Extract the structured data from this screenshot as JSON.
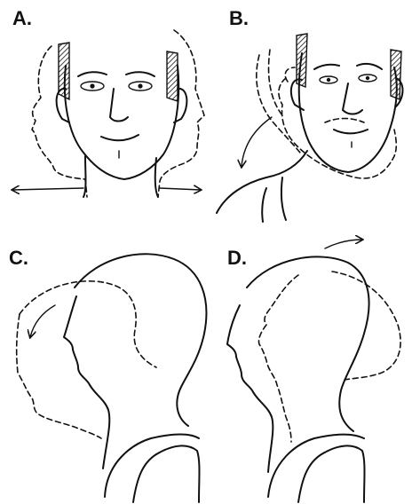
{
  "panels": [
    {
      "id": "A",
      "label": "A."
    },
    {
      "id": "B",
      "label": "B."
    },
    {
      "id": "C",
      "label": "C."
    },
    {
      "id": "D",
      "label": "D."
    }
  ],
  "colors": {
    "ink": "#111111",
    "background": "#ffffff"
  }
}
